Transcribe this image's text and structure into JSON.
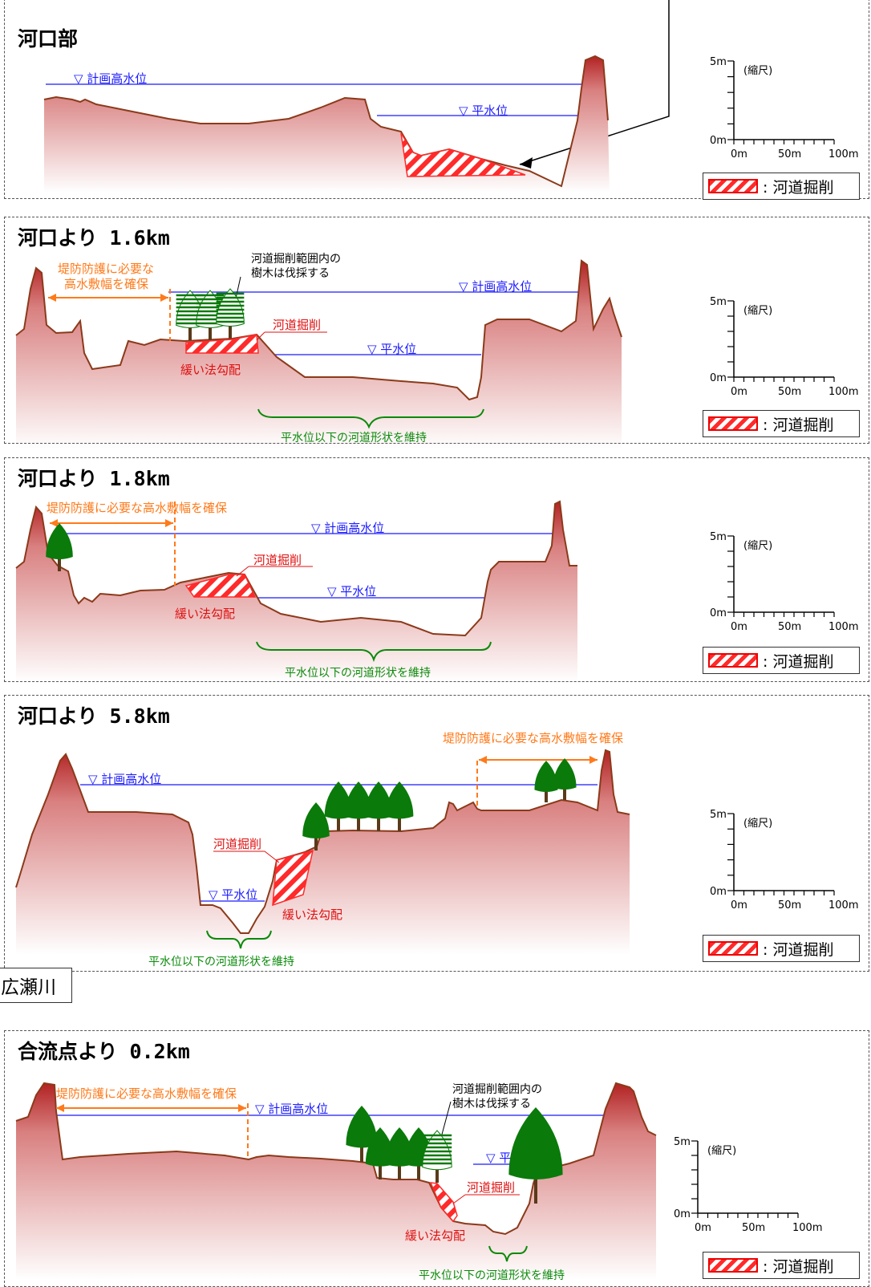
{
  "panels": [
    {
      "title": "河口部",
      "hwl": "▽ 計画高水位",
      "nwl": "▽ 平水位"
    },
    {
      "title": "河口より 1.6km",
      "hwl": "▽ 計画高水位",
      "nwl": "▽ 平水位",
      "ann_bank": "堤防防護に必要な",
      "ann_bank2": "高水敷幅を確保",
      "ann_tree": "河道掘削範囲内の",
      "ann_tree2": "樹木は伐採する",
      "excav": "河道掘削",
      "slope": "緩い法勾配",
      "keep": "平水位以下の河道形状を維持"
    },
    {
      "title": "河口より 1.8km",
      "hwl": "▽ 計画高水位",
      "nwl": "▽ 平水位",
      "ann_bank": "堤防防護に必要な高水敷幅を確保",
      "excav": "河道掘削",
      "slope": "緩い法勾配",
      "keep": "平水位以下の河道形状を維持"
    },
    {
      "title": "河口より 5.8km",
      "hwl": "▽ 計画高水位",
      "nwl": "▽ 平水位",
      "ann_bank": "堤防防護に必要な高水敷幅を確保",
      "excav": "河道掘削",
      "slope": "緩い法勾配",
      "keep": "平水位以下の河道形状を維持"
    },
    {
      "title": "合流点より 0.2km",
      "hwl": "▽ 計画高水位",
      "nwl": "▽ 平水位",
      "ann_bank": "堤防防護に必要な高水敷幅を確保",
      "ann_tree": "河道掘削範囲内の",
      "ann_tree2": "樹木は伐採する",
      "excav": "河道掘削",
      "slope": "緩い法勾配",
      "keep": "平水位以下の河道形状を維持"
    }
  ],
  "scale": {
    "top": "5m",
    "bottom": "0m",
    "label": "(縮尺)",
    "x0": "0m",
    "x50": "50m",
    "x100": "100m"
  },
  "legend": {
    "label": ": 河道掘削"
  },
  "river_tag": "広瀬川",
  "colors": {
    "ground_top": "#b22222",
    "ground_bottom": "#ffffff",
    "outline": "#8b3a1a",
    "water_line": "#1a1aff",
    "tree": "#0a7a0a"
  }
}
